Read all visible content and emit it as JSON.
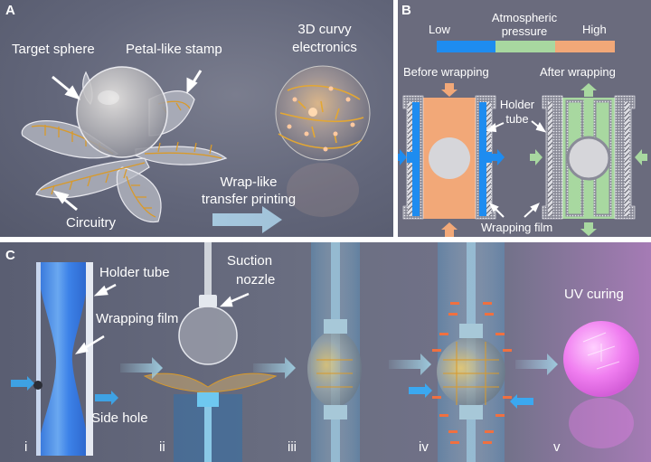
{
  "panel_a": {
    "letter": "A",
    "labels": {
      "target_sphere": "Target sphere",
      "petal_stamp": "Petal-like stamp",
      "curvy_line1": "3D curvy",
      "curvy_line2": "electronics",
      "wrap_line1": "Wrap-like",
      "wrap_line2": "transfer printing",
      "circuitry": "Circuitry"
    }
  },
  "panel_b": {
    "letter": "B",
    "legend": {
      "low": "Low",
      "title_line1": "Atmospheric",
      "title_line2": "pressure",
      "high": "High",
      "colors": {
        "low": "#1e8cf0",
        "mid": "#a8d8a0",
        "high": "#f2a878"
      }
    },
    "before_title": "Before wrapping",
    "after_title": "After wrapping",
    "holder_line1": "Holder",
    "holder_line2": "tube",
    "wrapping_film": "Wrapping film"
  },
  "panel_c": {
    "letter": "C",
    "labels": {
      "holder_tube": "Holder tube",
      "wrapping_film": "Wrapping film",
      "side_hole": "Side hole",
      "suction_line1": "Suction",
      "suction_line2": "nozzle",
      "uv_curing": "UV curing"
    },
    "steps": [
      "i",
      "ii",
      "iii",
      "iv",
      "v"
    ]
  }
}
